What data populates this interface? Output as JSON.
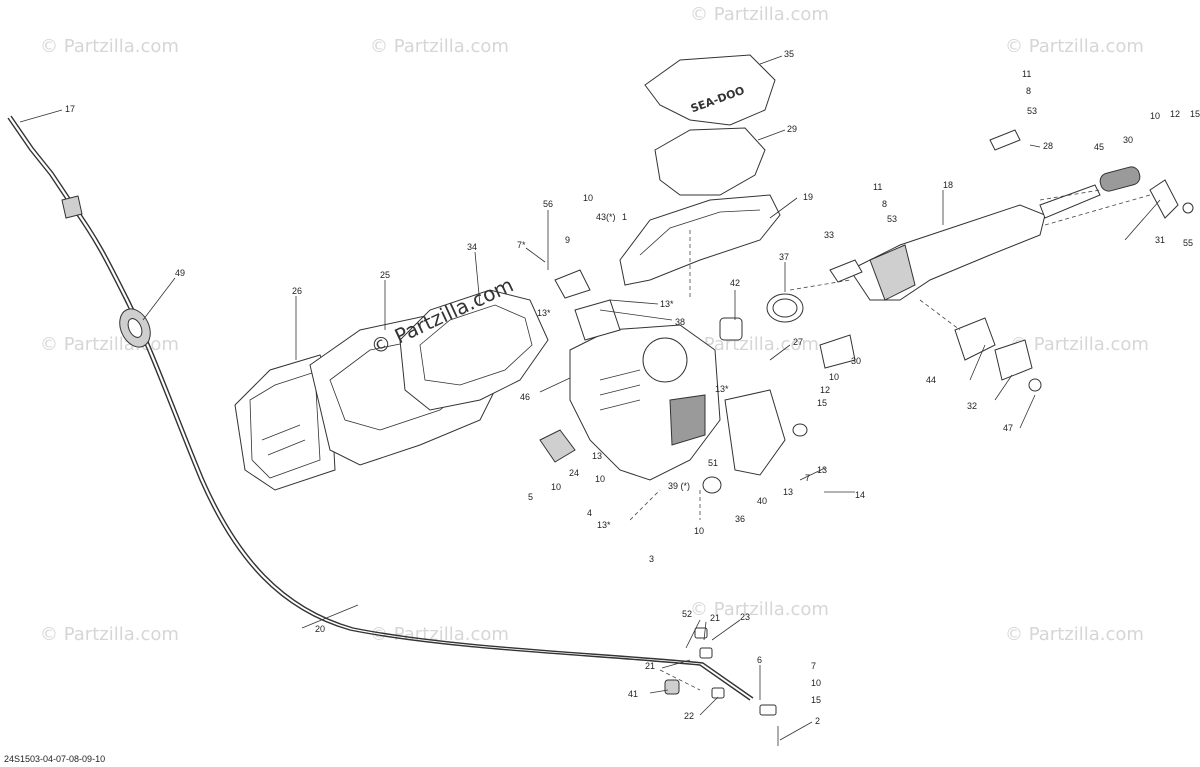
{
  "watermark": {
    "text": "© Partzilla.com"
  },
  "brand_logo": {
    "text": "SEA-DOO"
  },
  "overlay_watermark": {
    "text": "© Partzilla.com"
  },
  "reference_code": "24S1503-04-07-08-09-10",
  "callouts": {
    "c17": "17",
    "c49": "49",
    "c20": "20",
    "c26": "26",
    "c25": "25",
    "c34": "34",
    "c35": "35",
    "c29": "29",
    "c19": "19",
    "c56": "56",
    "c10a": "10",
    "c43": "43(*)",
    "c1": "1",
    "c9": "9",
    "c7a": "7*",
    "c13a": "13*",
    "c13b": "13*",
    "c38": "38",
    "c46": "46",
    "c42": "42",
    "c37": "37",
    "c27": "27",
    "c10b": "10",
    "c12a": "12",
    "c15a": "15",
    "c13c": "13*",
    "c13d": "13",
    "c10c": "10",
    "c24": "24",
    "c5": "5",
    "c51": "51",
    "c39": "39 (*)",
    "c4": "4",
    "c13e": "13*",
    "c3": "3",
    "c10d": "10",
    "c36": "36",
    "c40": "40",
    "c13f": "13",
    "c7b": "7",
    "c13g": "13",
    "c14": "14",
    "c11a": "11",
    "c8a": "8",
    "c53a": "53",
    "c28": "28",
    "c18": "18",
    "c11b": "11",
    "c8b": "8",
    "c53b": "53",
    "c33": "33",
    "c45": "45",
    "c30a": "30",
    "c10e": "10",
    "c12b": "12",
    "c15b": "15",
    "c31": "31",
    "c55": "55",
    "c30b": "30",
    "c44": "44",
    "c32": "32",
    "c47": "47",
    "c52": "52",
    "c21a": "21",
    "c23": "23",
    "c21b": "21",
    "c41": "41",
    "c22": "22",
    "c6": "6",
    "c7c": "7",
    "c10f": "10",
    "c15c": "15",
    "c2": "2"
  }
}
